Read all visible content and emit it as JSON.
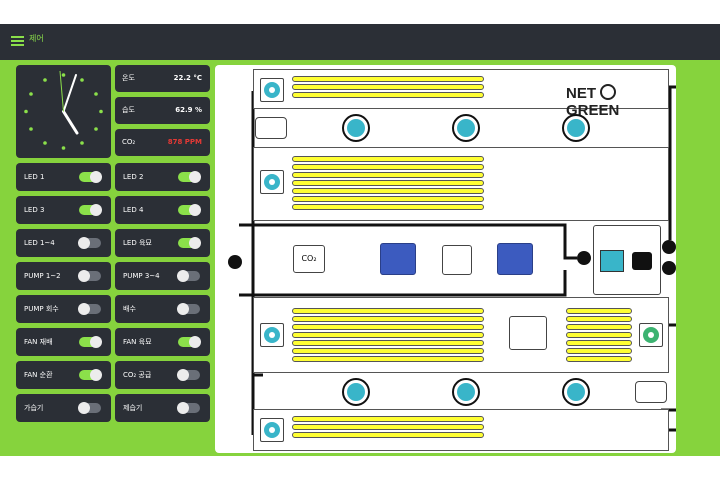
{
  "app": {
    "title": "제어"
  },
  "sensors": [
    {
      "label": "온도",
      "value": "22.2 °C",
      "color": "#ffffff"
    },
    {
      "label": "습도",
      "value": "62.9 %",
      "color": "#ffffff"
    },
    {
      "label": "CO₂",
      "value": "878 PPM",
      "color": "#e53935"
    }
  ],
  "toggles": [
    {
      "label": "LED 1",
      "on": true
    },
    {
      "label": "LED 2",
      "on": true
    },
    {
      "label": "LED 3",
      "on": true
    },
    {
      "label": "LED 4",
      "on": true
    },
    {
      "label": "LED 1~4",
      "on": false
    },
    {
      "label": "LED 육묘",
      "on": true
    },
    {
      "label": "PUMP 1~2",
      "on": false
    },
    {
      "label": "PUMP 3~4",
      "on": false
    },
    {
      "label": "PUMP 회수",
      "on": false
    },
    {
      "label": "배수",
      "on": false
    },
    {
      "label": "FAN 재배",
      "on": true
    },
    {
      "label": "FAN 육묘",
      "on": true
    },
    {
      "label": "FAN 순환",
      "on": true
    },
    {
      "label": "CO₂ 공급",
      "on": false
    },
    {
      "label": "가습기",
      "on": false
    },
    {
      "label": "제습기",
      "on": false
    }
  ],
  "diagram": {
    "logo": "NET",
    "logo2": "GREEN",
    "co2_label": "CO₂"
  },
  "colors": {
    "accent": "#86d33d",
    "dark": "#2b2f36",
    "bar": "#ffff33",
    "fan": "#39b5c9"
  }
}
